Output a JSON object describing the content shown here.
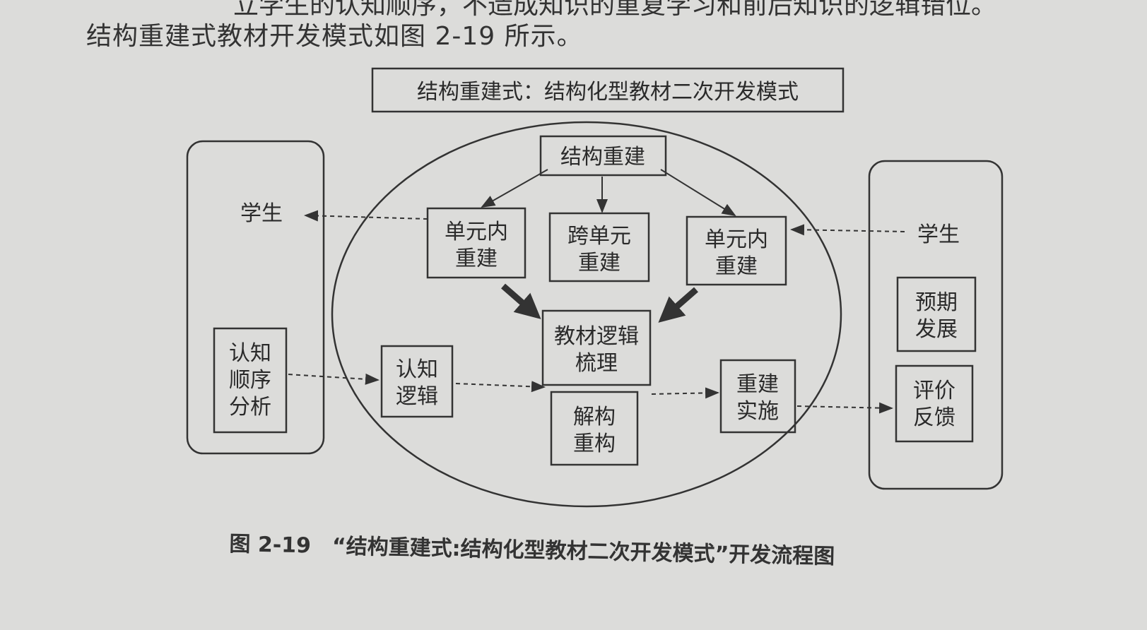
{
  "body_text": {
    "line0": "立学生的认知顺序，不造成知识的重复学习和前后知识的逻辑错位。",
    "line1": "结构重建式教材开发模式如图 2-19 所示。"
  },
  "diagram": {
    "title": "结构重建式：结构化型教材二次开发模式",
    "left_panel": {
      "label": "学生",
      "box": [
        "认知",
        "顺序",
        "分析"
      ]
    },
    "right_panel": {
      "label": "学生",
      "boxes": [
        [
          "预期",
          "发展"
        ],
        [
          "评价",
          "反馈"
        ]
      ]
    },
    "center": {
      "root": "结构重建",
      "unit_left": [
        "单元内",
        "重建"
      ],
      "cross_unit": [
        "跨单元",
        "重建"
      ],
      "unit_right": [
        "单元内",
        "重建"
      ],
      "logic_sort": [
        "教材逻辑",
        "梳理"
      ],
      "deconstruct": [
        "解构",
        "重构"
      ],
      "cognitive_logic": [
        "认知",
        "逻辑"
      ],
      "implement": [
        "重建",
        "实施"
      ]
    }
  },
  "caption": "图 2-19　“结构重建式:结构化型教材二次开发模式”开发流程图"
}
